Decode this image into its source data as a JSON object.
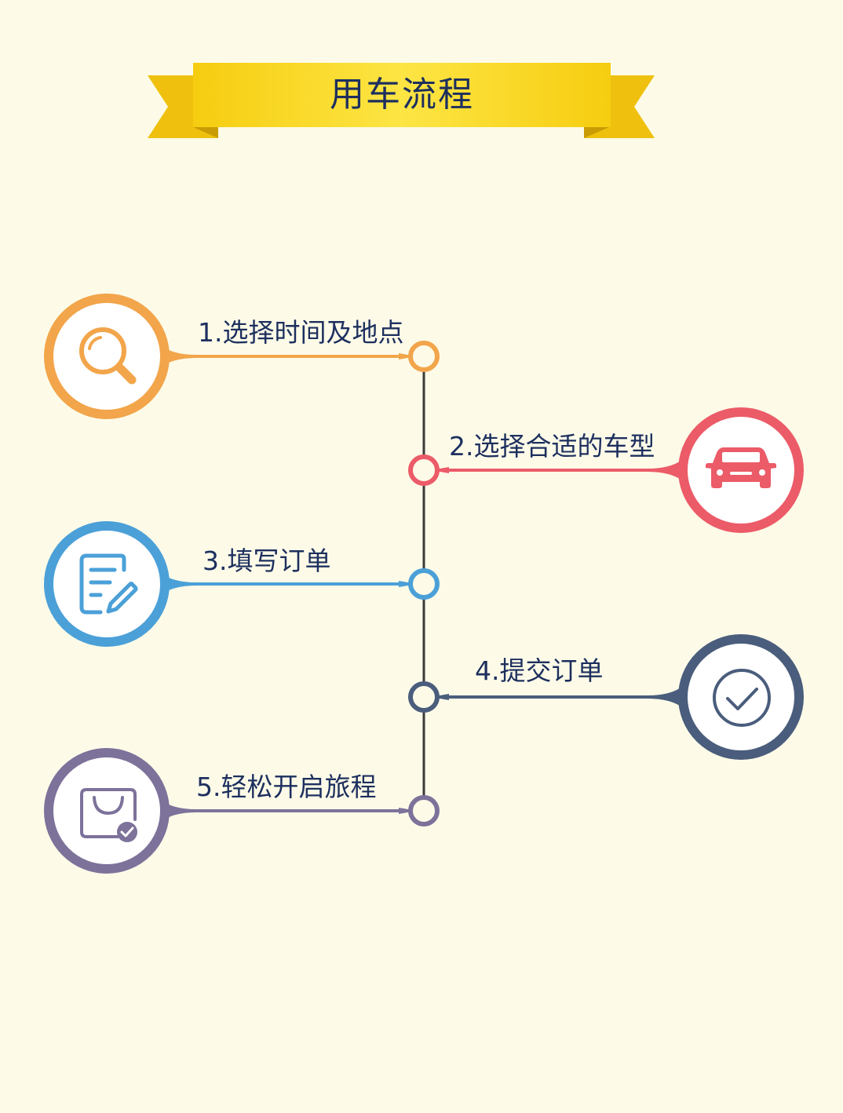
{
  "banner": {
    "title": "用车流程",
    "color": "#f7d417"
  },
  "steps": [
    {
      "label": "1.选择时间及地点",
      "icon": "search-icon",
      "color": "#f2a54a"
    },
    {
      "label": "2.选择合适的车型",
      "icon": "car-icon",
      "color": "#ec5b68"
    },
    {
      "label": "3.填写订单",
      "icon": "edit-form-icon",
      "color": "#4ba0d8"
    },
    {
      "label": "4.提交订单",
      "icon": "check-circle-icon",
      "color": "#4a5d7c"
    },
    {
      "label": "5.轻松开启旅程",
      "icon": "shopping-bag-check-icon",
      "color": "#7d729a"
    }
  ],
  "timeline": {
    "color": "#3a3a3a"
  }
}
